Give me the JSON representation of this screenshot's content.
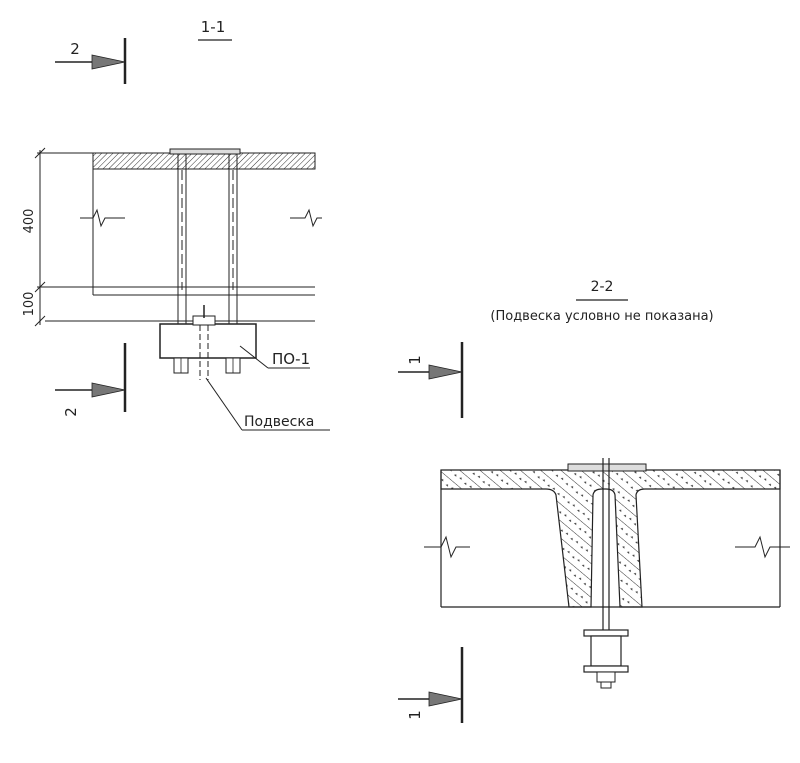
{
  "section_1_1": {
    "title": "1-1",
    "arrow_top_label": "2",
    "arrow_bottom_label": "2",
    "dim_upper": "400",
    "dim_lower": "100",
    "callout_plate": "ПО-1",
    "callout_hanger": "Подвеска"
  },
  "section_2_2": {
    "title": "2-2",
    "subtitle": "(Подвеска условно не показана)",
    "arrow_top_label": "1",
    "arrow_bottom_label": "1"
  }
}
